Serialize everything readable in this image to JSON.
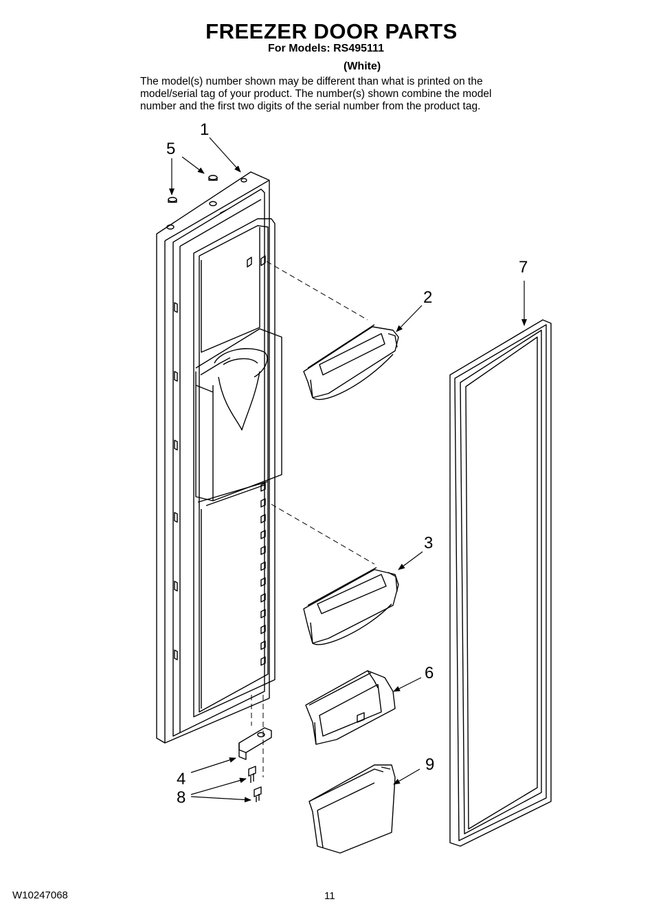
{
  "header": {
    "title": "FREEZER DOOR PARTS",
    "models": "For Models: RS495111",
    "color": "(White)"
  },
  "note": {
    "line1": "The model(s) number shown may be different than what is printed on the",
    "line2": "model/serial tag of your product. The number(s) shown combine the model",
    "line3": "number and the first two digits of the serial number from the product tag."
  },
  "callouts": {
    "c1": "1",
    "c2": "2",
    "c3": "3",
    "c4": "4",
    "c5": "5",
    "c6": "6",
    "c7": "7",
    "c8": "8",
    "c9": "9"
  },
  "footer": {
    "doc_number": "W10247068",
    "page_number": "11"
  }
}
